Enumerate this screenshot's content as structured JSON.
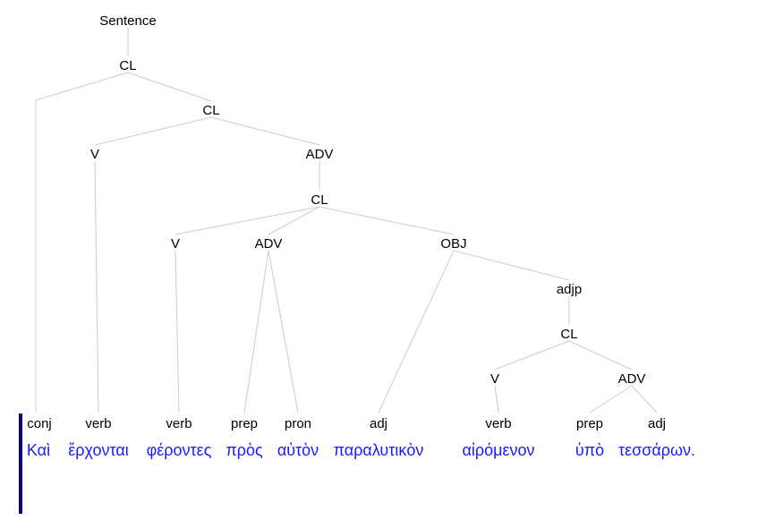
{
  "colors": {
    "edge": "#cccccc",
    "node_text": "#000000",
    "word_text": "#1a1aff",
    "bar": "#000080"
  },
  "tree": {
    "root": "Sentence",
    "nodes": [
      {
        "id": "sentence",
        "label": "Sentence"
      },
      {
        "id": "cl1",
        "label": "CL",
        "parent": "sentence"
      },
      {
        "id": "cl2",
        "label": "CL",
        "parent": "cl1"
      },
      {
        "id": "v1",
        "label": "V",
        "parent": "cl2"
      },
      {
        "id": "adv1",
        "label": "ADV",
        "parent": "cl2"
      },
      {
        "id": "cl3",
        "label": "CL",
        "parent": "adv1"
      },
      {
        "id": "v2",
        "label": "V",
        "parent": "cl3"
      },
      {
        "id": "adv2",
        "label": "ADV",
        "parent": "cl3"
      },
      {
        "id": "obj",
        "label": "OBJ",
        "parent": "cl3"
      },
      {
        "id": "adjp",
        "label": "adjp",
        "parent": "obj"
      },
      {
        "id": "cl4",
        "label": "CL",
        "parent": "adjp"
      },
      {
        "id": "v3",
        "label": "V",
        "parent": "cl4"
      },
      {
        "id": "adv3",
        "label": "ADV",
        "parent": "cl4"
      }
    ]
  },
  "tokens": [
    {
      "pos": "conj",
      "word": "Καὶ",
      "parent": "cl1"
    },
    {
      "pos": "verb",
      "word": "ἔρχονται",
      "parent": "v1"
    },
    {
      "pos": "verb",
      "word": "φέροντες",
      "parent": "v2"
    },
    {
      "pos": "prep",
      "word": "πρὸς",
      "parent": "adv2"
    },
    {
      "pos": "pron",
      "word": "αὐτὸν",
      "parent": "adv2"
    },
    {
      "pos": "adj",
      "word": "παραλυτικὸν",
      "parent": "obj"
    },
    {
      "pos": "verb",
      "word": "αἰρόμενον",
      "parent": "v3"
    },
    {
      "pos": "prep",
      "word": "ὑπὸ",
      "parent": "adv3"
    },
    {
      "pos": "adj",
      "word": "τεσσάρων.",
      "parent": "adv3"
    }
  ]
}
